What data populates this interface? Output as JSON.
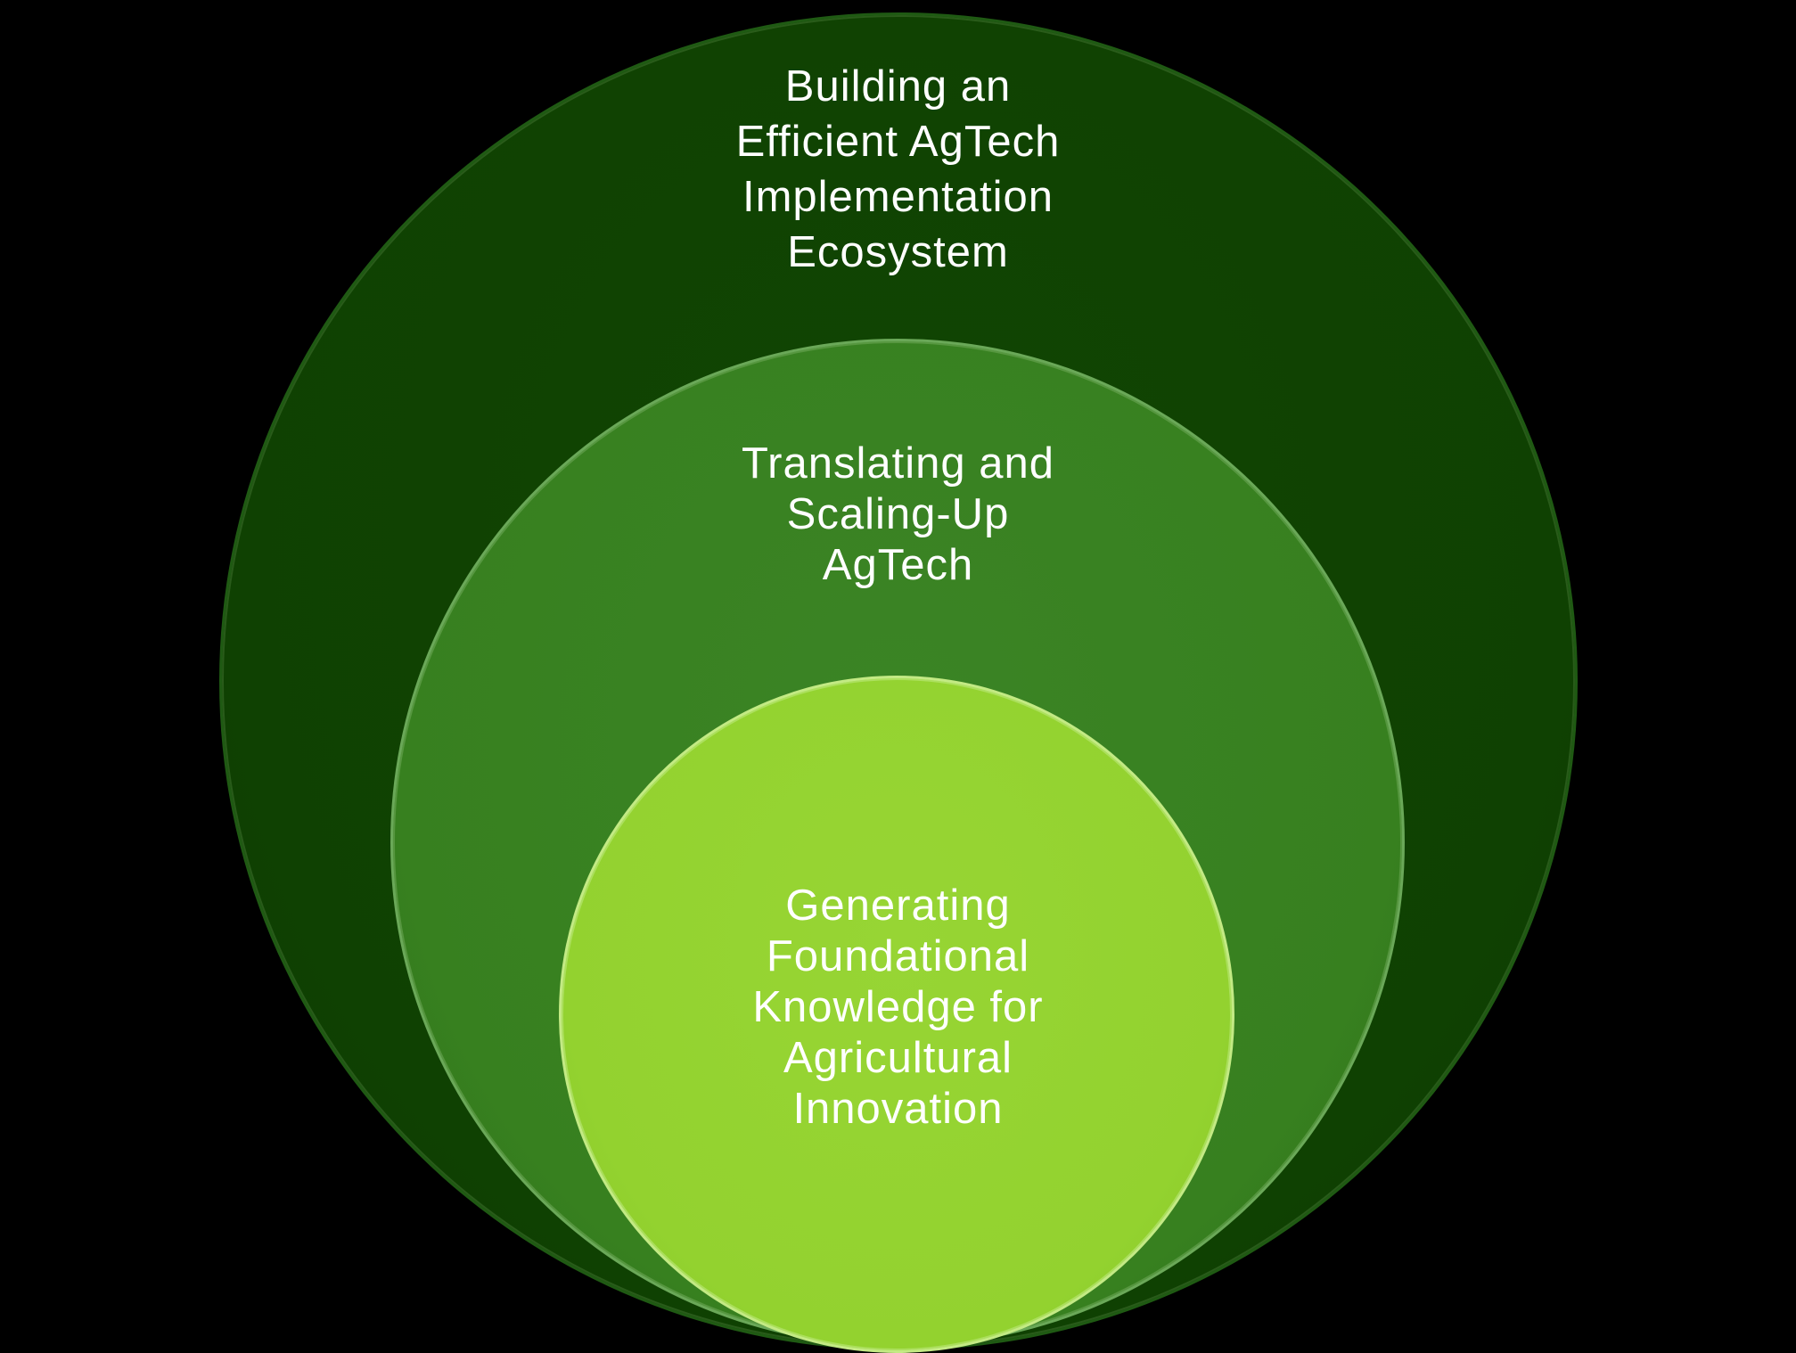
{
  "diagram": {
    "layers": [
      {
        "id": "outer",
        "label": "Building an\nEfficient AgTech\nImplementation\nEcosystem",
        "fill": "#0f4102"
      },
      {
        "id": "middle",
        "label": "Translating and\nScaling-Up\nAgTech",
        "fill": "#37801f"
      },
      {
        "id": "inner",
        "label": "Generating\nFoundational\nKnowledge for\nAgricultural\nInnovation",
        "fill": "#93d22f"
      }
    ],
    "text_color": "#ffffff",
    "background": "#000000"
  }
}
